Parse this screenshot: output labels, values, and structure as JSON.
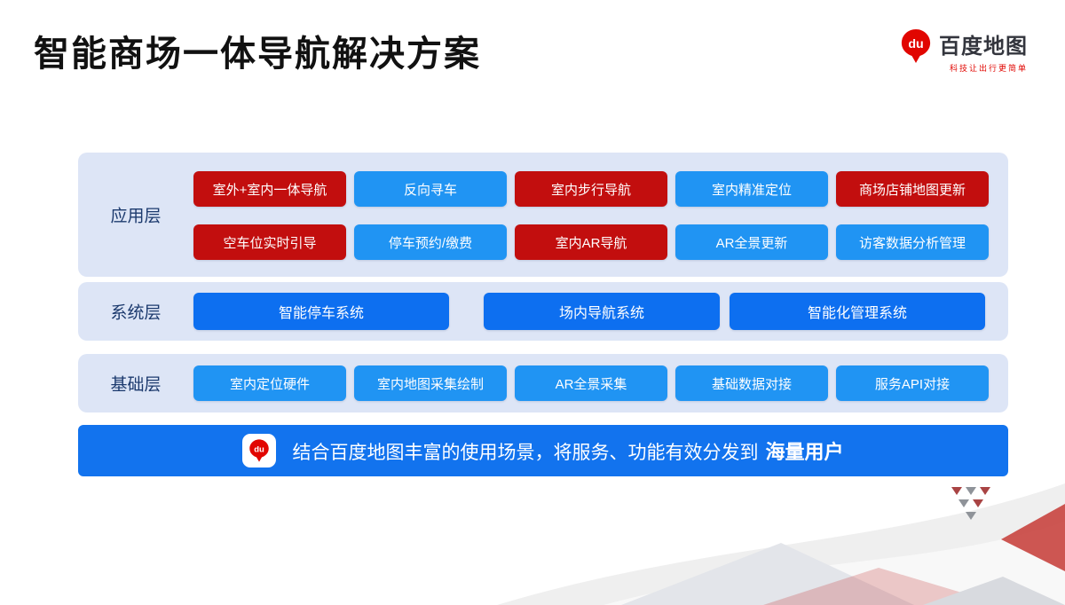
{
  "slide": {
    "title": "智能商场一体导航解决方案"
  },
  "logo": {
    "brand": "百度地图",
    "tagline": "科技让出行更简单",
    "pin_text": "du"
  },
  "layers": [
    {
      "label": "应用层",
      "rows": [
        [
          {
            "label": "室外+室内一体导航",
            "color": "red"
          },
          {
            "label": "反向寻车",
            "color": "blue"
          },
          {
            "label": "室内步行导航",
            "color": "red"
          },
          {
            "label": "室内精准定位",
            "color": "blue"
          },
          {
            "label": "商场店铺地图更新",
            "color": "red"
          }
        ],
        [
          {
            "label": "空车位实时引导",
            "color": "red"
          },
          {
            "label": "停车预约/缴费",
            "color": "blue"
          },
          {
            "label": "室内AR导航",
            "color": "red"
          },
          {
            "label": "AR全景更新",
            "color": "blue"
          },
          {
            "label": "访客数据分析管理",
            "color": "blue"
          }
        ]
      ]
    },
    {
      "label": "系统层",
      "rows": [
        [
          {
            "label": "智能停车系统",
            "color": "deepblue"
          },
          {
            "label": "场内导航系统",
            "color": "deepblue"
          },
          {
            "label": "智能化管理系统",
            "color": "deepblue"
          }
        ]
      ]
    },
    {
      "label": "基础层",
      "rows": [
        [
          {
            "label": "室内定位硬件",
            "color": "blue"
          },
          {
            "label": "室内地图采集绘制",
            "color": "blue"
          },
          {
            "label": "AR全景采集",
            "color": "blue"
          },
          {
            "label": "基础数据对接",
            "color": "blue"
          },
          {
            "label": "服务API对接",
            "color": "blue"
          }
        ]
      ]
    }
  ],
  "banner": {
    "text": "结合百度地图丰富的使用场景，将服务、功能有效分发到",
    "highlight": "海量用户",
    "pin_text": "du"
  },
  "colors": {
    "red": "#C20E0E",
    "blue": "#2094F3",
    "deepblue": "#0D6FF0",
    "band": "#DDE5F6",
    "banner": "#1273EE",
    "accent-red": "#E10601",
    "label": "#1C3A6E",
    "title": "#111111"
  }
}
